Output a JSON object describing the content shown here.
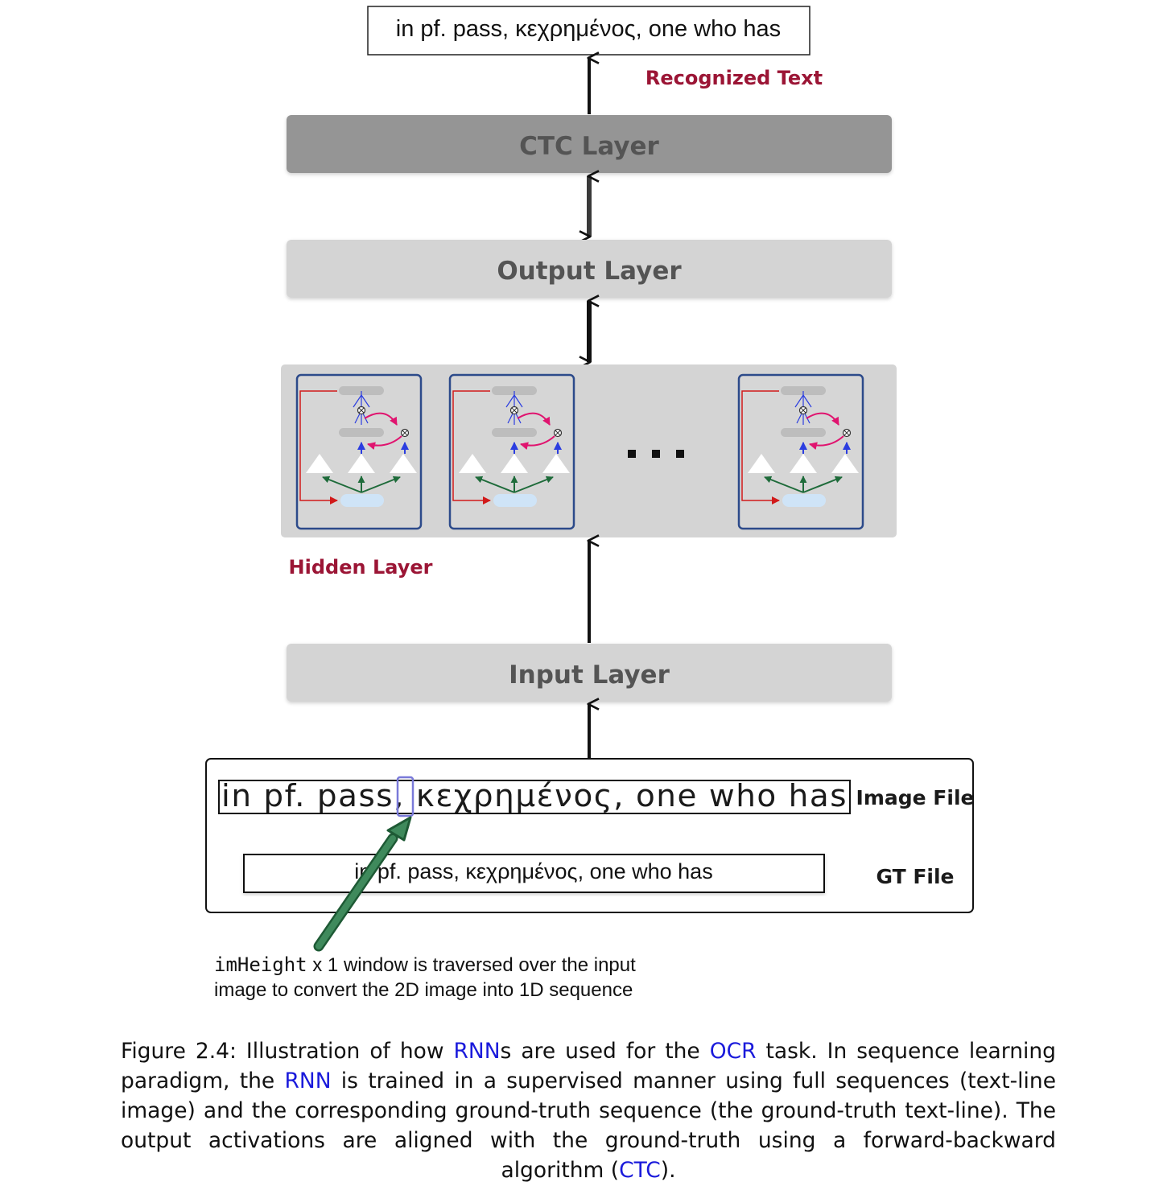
{
  "diagram": {
    "recognized_output_text": "in pf. pass, κεχρημένος, one who has",
    "recognized_text_label": "Recognized Text",
    "ctc_layer_label": "CTC Layer",
    "output_layer_label": "Output Layer",
    "hidden_layer_label": "Hidden Layer",
    "ellipsis": "...",
    "input_layer_label": "Input Layer",
    "image_file_text": "in pf. pass, κεχρημένος, one who has",
    "image_file_label": "Image File",
    "gt_file_text": "in pf. pass, κεχρημένος, one who has",
    "gt_file_label": "GT File",
    "window_note": {
      "code": "imHeight",
      "line1_rest": " x 1 window is traversed over the input",
      "line2": "image to convert the 2D image into 1D sequence"
    },
    "hidden_cell_icons": [
      "lstm-cell-icon",
      "lstm-cell-icon",
      "lstm-cell-icon"
    ],
    "colors": {
      "ctc_layer": "#959595",
      "light_layer": "#d4d4d4",
      "hidden_panel": "#d4d4d4",
      "label_red": "#9b1535",
      "cell_border": "#2c4a8a",
      "window_arrow": "#2e6b45"
    }
  },
  "caption": {
    "p1": "Figure 2.4: Illustration of how ",
    "l1": "RNN",
    "p2": "s are used for the ",
    "l2": "OCR",
    "p3": " task. In sequence learning paradigm, the ",
    "l3": "RNN",
    "p4": " is trained in a supervised manner using full sequences (text-line image) and the corresponding ground-truth sequence (the ground-truth text-line). The output activations are aligned with the ground-truth using a forward-backward algorithm (",
    "l4": "CTC",
    "p5": ")."
  }
}
